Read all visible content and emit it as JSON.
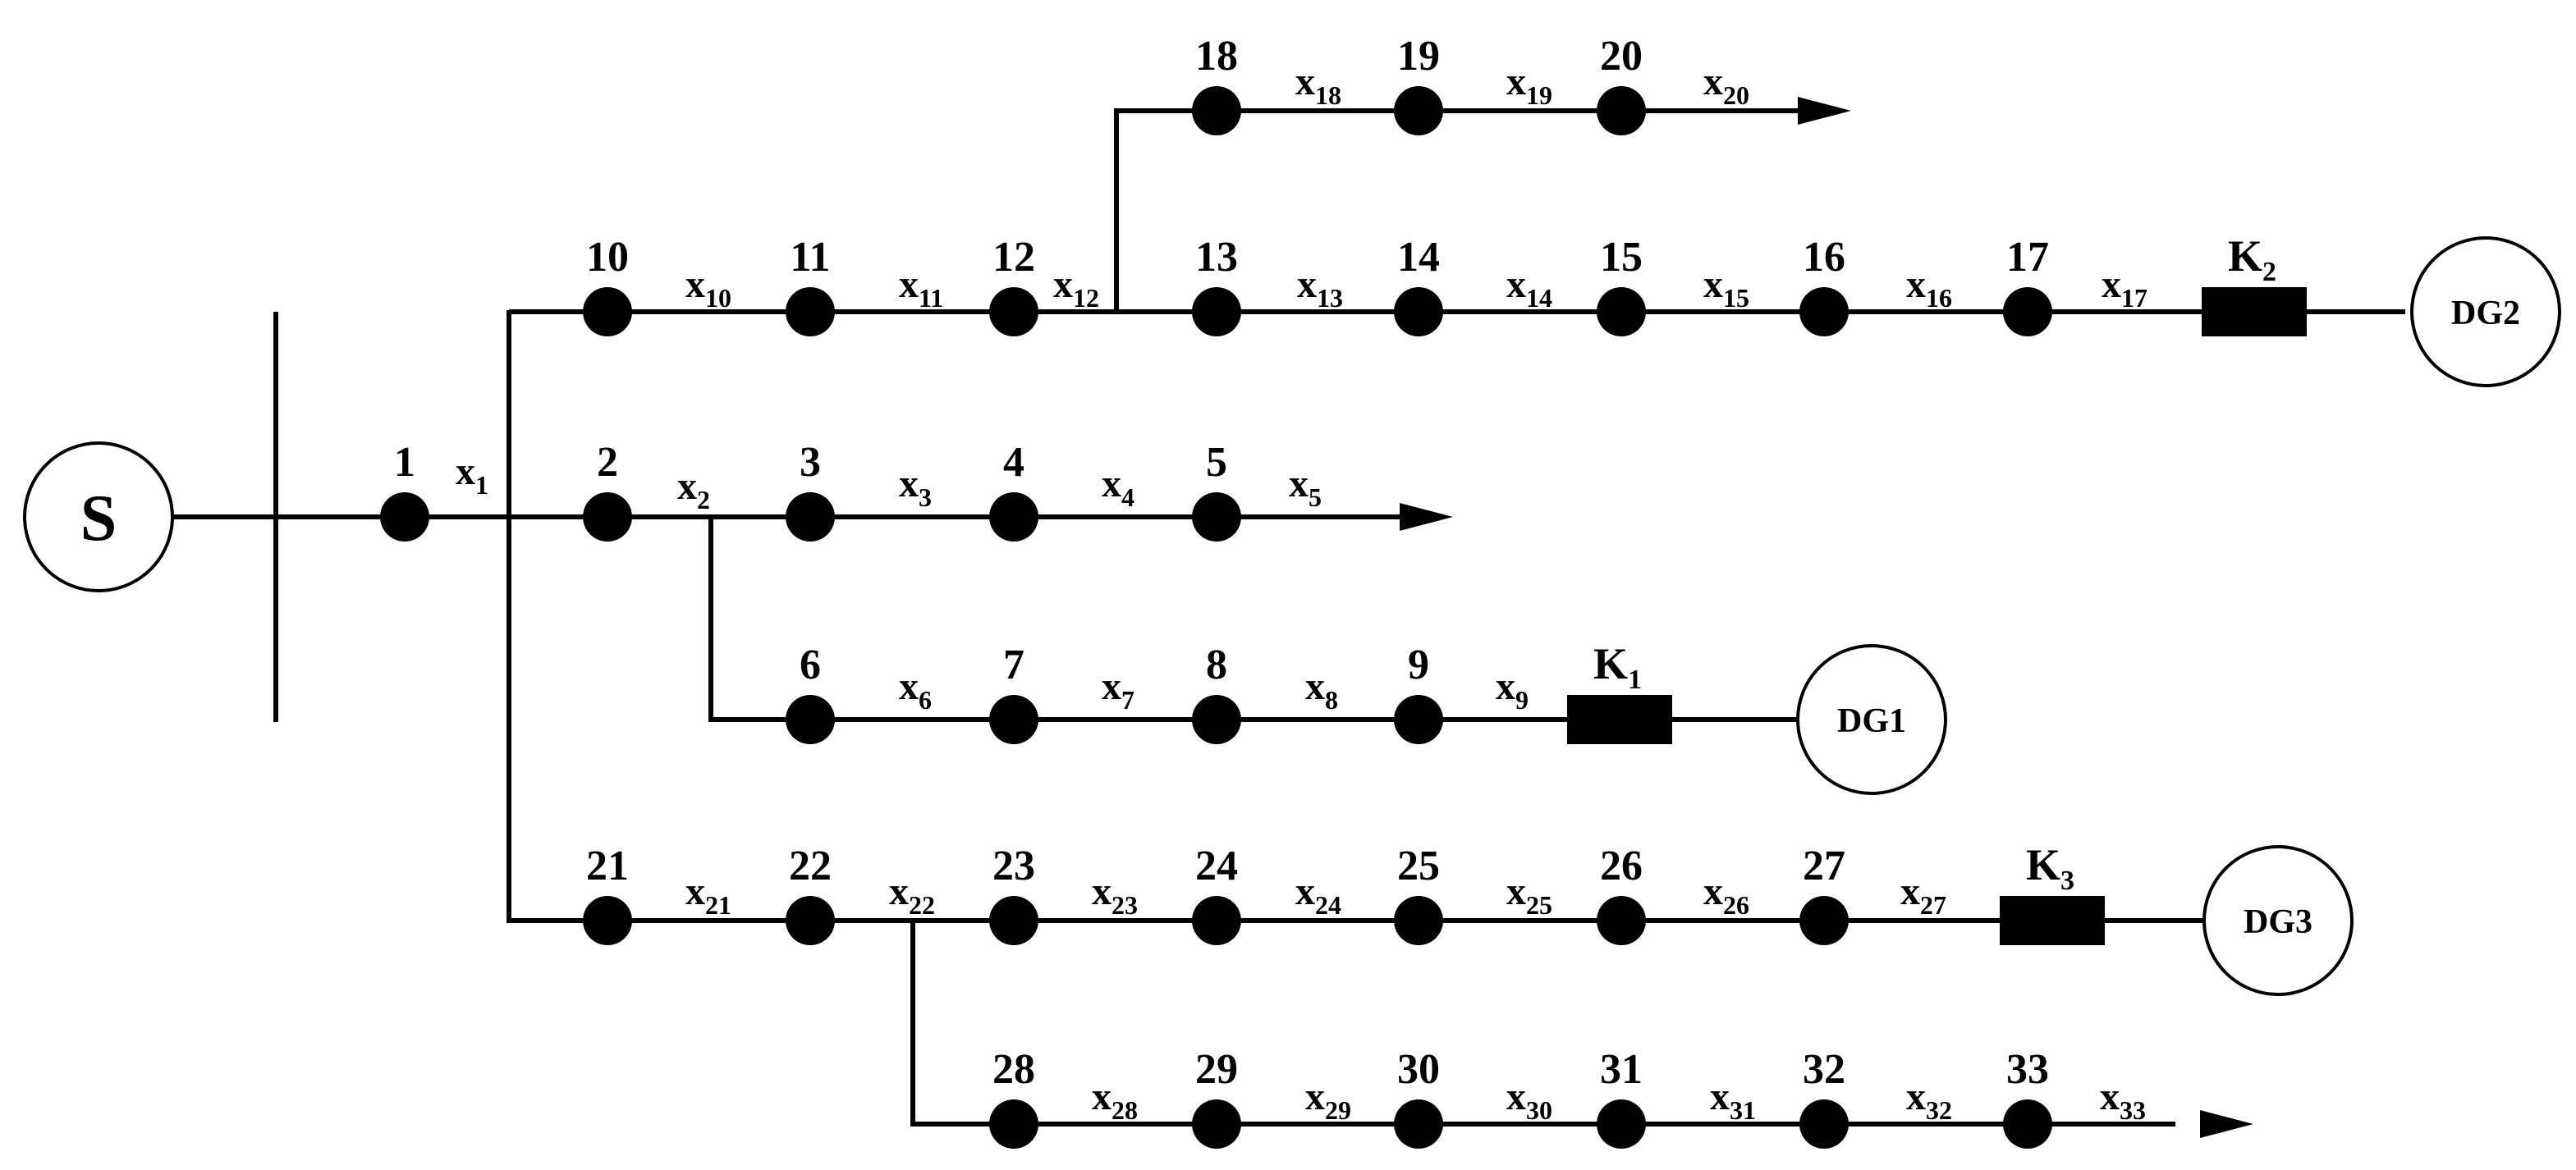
{
  "source": {
    "label": "S"
  },
  "generators": [
    {
      "id": "dg1",
      "label": "DG1"
    },
    {
      "id": "dg2",
      "label": "DG2"
    },
    {
      "id": "dg3",
      "label": "DG3"
    }
  ],
  "switches": [
    {
      "id": "k1",
      "letter": "K",
      "sub": "1"
    },
    {
      "id": "k2",
      "letter": "K",
      "sub": "2"
    },
    {
      "id": "k3",
      "letter": "K",
      "sub": "3"
    }
  ],
  "nodes": [
    "1",
    "2",
    "3",
    "4",
    "5",
    "6",
    "7",
    "8",
    "9",
    "10",
    "11",
    "12",
    "13",
    "14",
    "15",
    "16",
    "17",
    "18",
    "19",
    "20",
    "21",
    "22",
    "23",
    "24",
    "25",
    "26",
    "27",
    "28",
    "29",
    "30",
    "31",
    "32",
    "33"
  ],
  "branches": [
    "1",
    "2",
    "3",
    "4",
    "5",
    "6",
    "7",
    "8",
    "9",
    "10",
    "11",
    "12",
    "13",
    "14",
    "15",
    "16",
    "17",
    "18",
    "19",
    "20",
    "21",
    "22",
    "23",
    "24",
    "25",
    "26",
    "27",
    "28",
    "29",
    "30",
    "31",
    "32",
    "33"
  ],
  "branch_letter": "x"
}
